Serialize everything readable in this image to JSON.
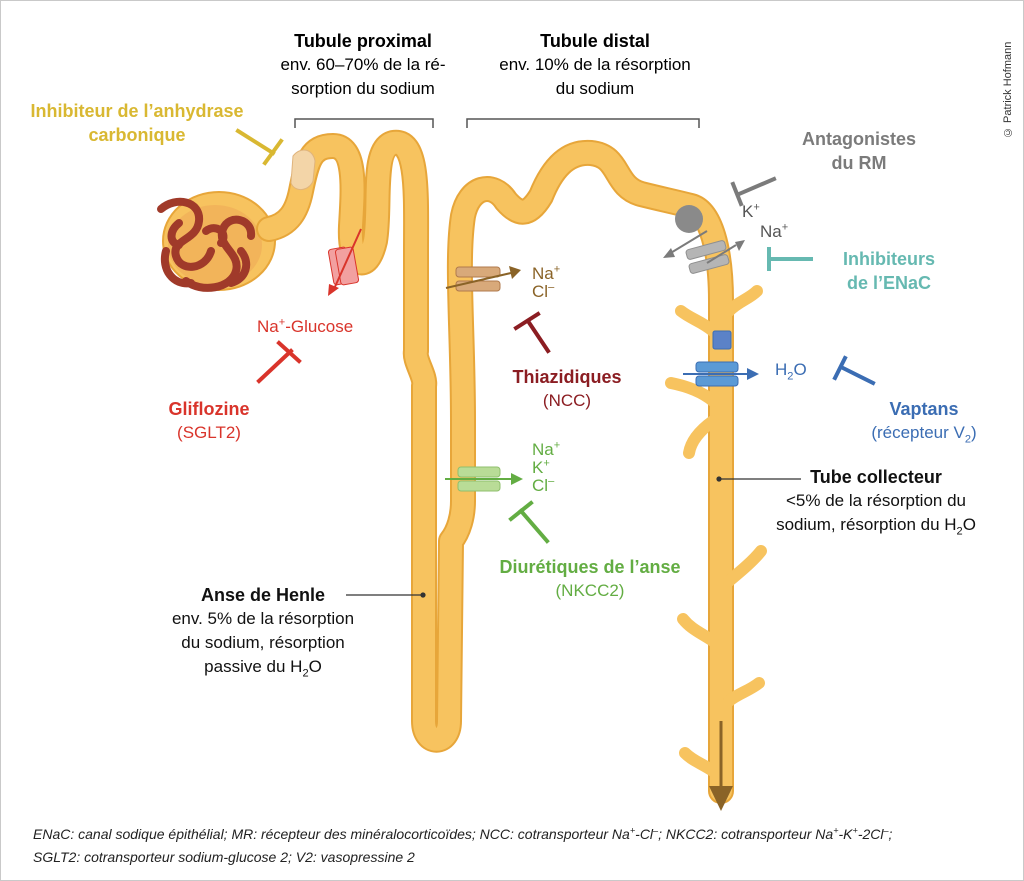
{
  "colors": {
    "tubule": "#f7c35f",
    "tubule_edge": "#e7a63a",
    "glomerulus": "#a03a2a",
    "carbonic": "#d9b832",
    "sglt2": "#d9342b",
    "thiazide": "#8b1d22",
    "loop": "#63ad43",
    "mr": "#7b7b7b",
    "enac": "#66b9b1",
    "vaptan": "#3b6db3",
    "arrow_brown": "#8a6327"
  },
  "headers": {
    "proximal_title": "Tubule proximal",
    "proximal_line1": "env. 60–70% de la ré-",
    "proximal_line2": "sorption du sodium",
    "distal_title": "Tubule distal",
    "distal_line1": "env. 10% de la résorption",
    "distal_line2": "du sodium"
  },
  "drugs": {
    "carbonic_line1": "Inhibiteur de l’anhydrase",
    "carbonic_line2": "carbonique",
    "mr_line1": "Antagonistes",
    "mr_line2": "du RM",
    "enac_line1": "Inhibiteurs",
    "enac_line2": "de l’ENaC",
    "gliflozine": "Gliflozine",
    "gliflozine_target": "(SGLT2)",
    "thiazide": "Thiazidiques",
    "thiazide_target": "(NCC)",
    "vaptan": "Vaptans",
    "vaptan_target_prefix": "(récepteur V",
    "vaptan_target_sub": "2",
    "vaptan_target_suffix": ")",
    "loop": "Diurétiques de l’anse",
    "loop_target": "(NKCC2)"
  },
  "ions": {
    "na_glucose_prefix": "Na",
    "na_glucose_sup": "+",
    "na_glucose_suffix": "-Glucose",
    "ncc_na": "Na",
    "ncc_na_sup": "+",
    "ncc_cl": "Cl",
    "ncc_cl_sup": "–",
    "nkcc_na": "Na",
    "nkcc_na_sup": "+",
    "nkcc_k": "K",
    "nkcc_k_sup": "+",
    "nkcc_cl": "Cl",
    "nkcc_cl_sup": "–",
    "enac_k": "K",
    "enac_k_sup": "+",
    "enac_na": "Na",
    "enac_na_sup": "+",
    "h2o_h": "H",
    "h2o_sub": "2",
    "h2o_o": "O"
  },
  "segments": {
    "henle_title": "Anse de Henle",
    "henle_line1": "env. 5% de la résorption",
    "henle_line2": "du sodium, résorption",
    "henle_line3_prefix": "passive du H",
    "henle_line3_sub": "2",
    "henle_line3_suffix": "O",
    "collector_title": "Tube collecteur",
    "collector_line1": "<5% de la résorption du",
    "collector_line2_prefix": "sodium, résorption du H",
    "collector_line2_sub": "2",
    "collector_line2_suffix": "O"
  },
  "legend": {
    "line1_a": "ENaC: canal sodique épithélial; MR: récepteur des minéralocorticoïdes; NCC: cotransporteur Na",
    "line1_b": "+",
    "line1_c": "-Cl",
    "line1_d": "–",
    "line1_e": "; NKCC2: cotransporteur Na",
    "line1_f": "+",
    "line1_g": "-K",
    "line1_h": "+",
    "line1_i": "-2Cl",
    "line1_j": "–",
    "line1_k": ";",
    "line2": "SGLT2: cotransporteur sodium-glucose 2; V2: vasopressine 2"
  },
  "copyright": "© Patrick Hofmann"
}
